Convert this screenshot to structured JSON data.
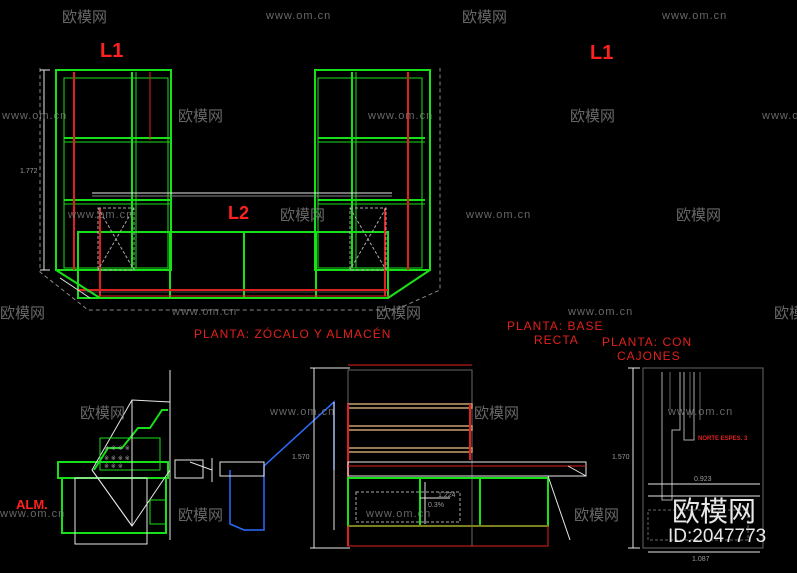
{
  "labels": {
    "l1_left": "L1",
    "l1_right": "L1",
    "l2": "L2",
    "plan_base_storage": "PLANTA: ZÓCALO Y ALMACÉN",
    "plan_base_straight_1": "PLANTA: BASE",
    "plan_base_straight_2": "RECTA",
    "plan_drawers_1": "PLANTA: CON",
    "plan_drawers_2": "CAJONES",
    "alm": "ALM.",
    "section_note": "NORTE ESPES. 3"
  },
  "dimensions": {
    "height_left": "1.772",
    "height_mid": "1.570",
    "height_right": "1.570",
    "width_right": "1.087",
    "dim_a": "0.923",
    "dim_b": "1.224",
    "dim_c": "0.3%"
  },
  "watermark": {
    "url": "www.om.cn",
    "brand": "欧模网",
    "id": "ID:2047773"
  },
  "colors": {
    "background": "#000000",
    "green": "#18e018",
    "red": "#e02020",
    "white": "#e6e6e6",
    "gray": "#8a8a8a",
    "blue": "#2b6cff",
    "tan": "#c8a070"
  }
}
